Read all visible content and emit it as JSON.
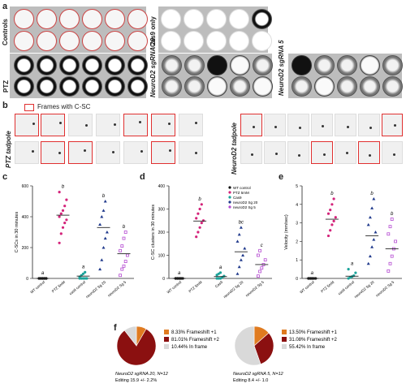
{
  "panels": {
    "a": {
      "label": "a",
      "row_labels": [
        "Controls",
        "Cas9 only",
        "PTZ",
        "NeuroD2 sgRNA 20",
        "NeuroD2 sgRNA 5"
      ]
    },
    "b": {
      "label": "b",
      "legend": "Frames with C-SC",
      "left_label": "PTZ tadpole",
      "right_label": "NeuroD2 tadpole"
    },
    "c": {
      "label": "c"
    },
    "d": {
      "label": "d"
    },
    "e": {
      "label": "e"
    },
    "f": {
      "label": "f"
    }
  },
  "colors": {
    "wt": "#111111",
    "ptz": "#d4237a",
    "cas9": "#1aa39a",
    "sg20": "#203a8c",
    "sg5": "#b44ad1",
    "red": "#e03030"
  },
  "chart_data": [
    {
      "type": "scatter",
      "panel": "c",
      "ylabel": "C-SCs in 30 minutes",
      "ylim": [
        0,
        600
      ],
      "yticks": [
        0,
        200,
        400,
        600
      ],
      "categories": [
        "WT control",
        "PTZ 5mM",
        "cas9 control",
        "neuroD2 Sg 20",
        "neuroD2 Sg 5"
      ],
      "letters": [
        "a",
        "b",
        "a",
        "b",
        "b"
      ],
      "series": [
        {
          "values": [
            0,
            0,
            0,
            0,
            0,
            0,
            0,
            0,
            0,
            0
          ],
          "mean": 0
        },
        {
          "values": [
            230,
            290,
            330,
            360,
            380,
            400,
            420,
            440,
            470,
            510,
            560
          ],
          "mean": 410
        },
        {
          "values": [
            0,
            0,
            0,
            0,
            0,
            10,
            20,
            30,
            40
          ],
          "mean": 15
        },
        {
          "values": [
            60,
            120,
            200,
            260,
            300,
            350,
            400,
            440,
            500
          ],
          "mean": 330
        },
        {
          "values": [
            20,
            60,
            80,
            110,
            150,
            180,
            210,
            260,
            300
          ],
          "mean": 160
        }
      ]
    },
    {
      "type": "scatter",
      "panel": "d",
      "ylabel": "C-SC clusters in 30 minutes",
      "ylim": [
        0,
        400
      ],
      "yticks": [
        0,
        100,
        200,
        300,
        400
      ],
      "categories": [
        "WT control",
        "PTZ 5mM",
        "Cas9",
        "neuroD2 Sg 20",
        "neuroD2 Sg 5"
      ],
      "legend": [
        "WT control",
        "PTZ 5mM",
        "Cas9",
        "neuroD2 Sg 20",
        "neuroD2 Sg 5"
      ],
      "letters": [
        "a",
        "b",
        "a",
        "bc",
        "c"
      ],
      "series": [
        {
          "values": [
            0,
            0,
            0,
            0,
            0,
            0,
            0,
            0,
            0
          ],
          "mean": 0
        },
        {
          "values": [
            180,
            200,
            220,
            240,
            250,
            260,
            280,
            300,
            320
          ],
          "mean": 248
        },
        {
          "values": [
            0,
            0,
            0,
            5,
            10,
            15,
            20,
            25
          ],
          "mean": 8
        },
        {
          "values": [
            20,
            50,
            80,
            100,
            130,
            160,
            190,
            220
          ],
          "mean": 115
        },
        {
          "values": [
            10,
            30,
            45,
            60,
            80,
            100,
            120
          ],
          "mean": 60
        }
      ]
    },
    {
      "type": "scatter",
      "panel": "e",
      "ylabel": "Velocity (mm/sec)",
      "ylim": [
        0,
        5
      ],
      "yticks": [
        0,
        1,
        2,
        3,
        4,
        5
      ],
      "categories": [
        "WT control",
        "PTZ 5mM",
        "cas9 control",
        "neuroD2 Sg 20",
        "neuroD2 Sg 5"
      ],
      "letters": [
        "a",
        "b",
        "a",
        "b",
        "b"
      ],
      "series": [
        {
          "values": [
            0,
            0,
            0,
            0,
            0,
            0,
            0,
            0
          ],
          "mean": 0
        },
        {
          "values": [
            2.3,
            2.6,
            2.9,
            3.1,
            3.3,
            3.5,
            3.7,
            4.0,
            4.3
          ],
          "mean": 3.2
        },
        {
          "values": [
            0,
            0.05,
            0.1,
            0.15,
            0.3,
            0.5
          ],
          "mean": 0.12
        },
        {
          "values": [
            0.8,
            1.2,
            1.7,
            2.1,
            2.5,
            2.9,
            3.3,
            3.8,
            4.3
          ],
          "mean": 2.3
        },
        {
          "values": [
            0.4,
            0.8,
            1.2,
            1.6,
            2.0,
            2.4,
            2.8,
            3.2
          ],
          "mean": 1.6
        }
      ]
    },
    {
      "type": "pie",
      "panel": "f",
      "slices": [
        {
          "label": "8.33% Frameshift +1",
          "value": 8.33,
          "color": "#e07b20"
        },
        {
          "label": "81.01% Frameshift +2",
          "value": 81.01,
          "color": "#8b1010"
        },
        {
          "label": "10.44% In frame",
          "value": 10.44,
          "color": "#d9d9d9"
        }
      ],
      "caption1": "NeuroD2 sgRNA 20, N=12",
      "caption2": "Editing 15.9 +/- 2.2%"
    },
    {
      "type": "pie",
      "panel": "f",
      "slices": [
        {
          "label": "13.50% Frameshift +1",
          "value": 13.5,
          "color": "#e07b20"
        },
        {
          "label": "31.08% Frameshift +2",
          "value": 31.08,
          "color": "#8b1010"
        },
        {
          "label": "55.42% In frame",
          "value": 55.42,
          "color": "#d9d9d9"
        }
      ],
      "caption1": "NeuroD2 sgRNA 5, N=12",
      "caption2": "Editing 8.4 +/- 1.0"
    }
  ]
}
